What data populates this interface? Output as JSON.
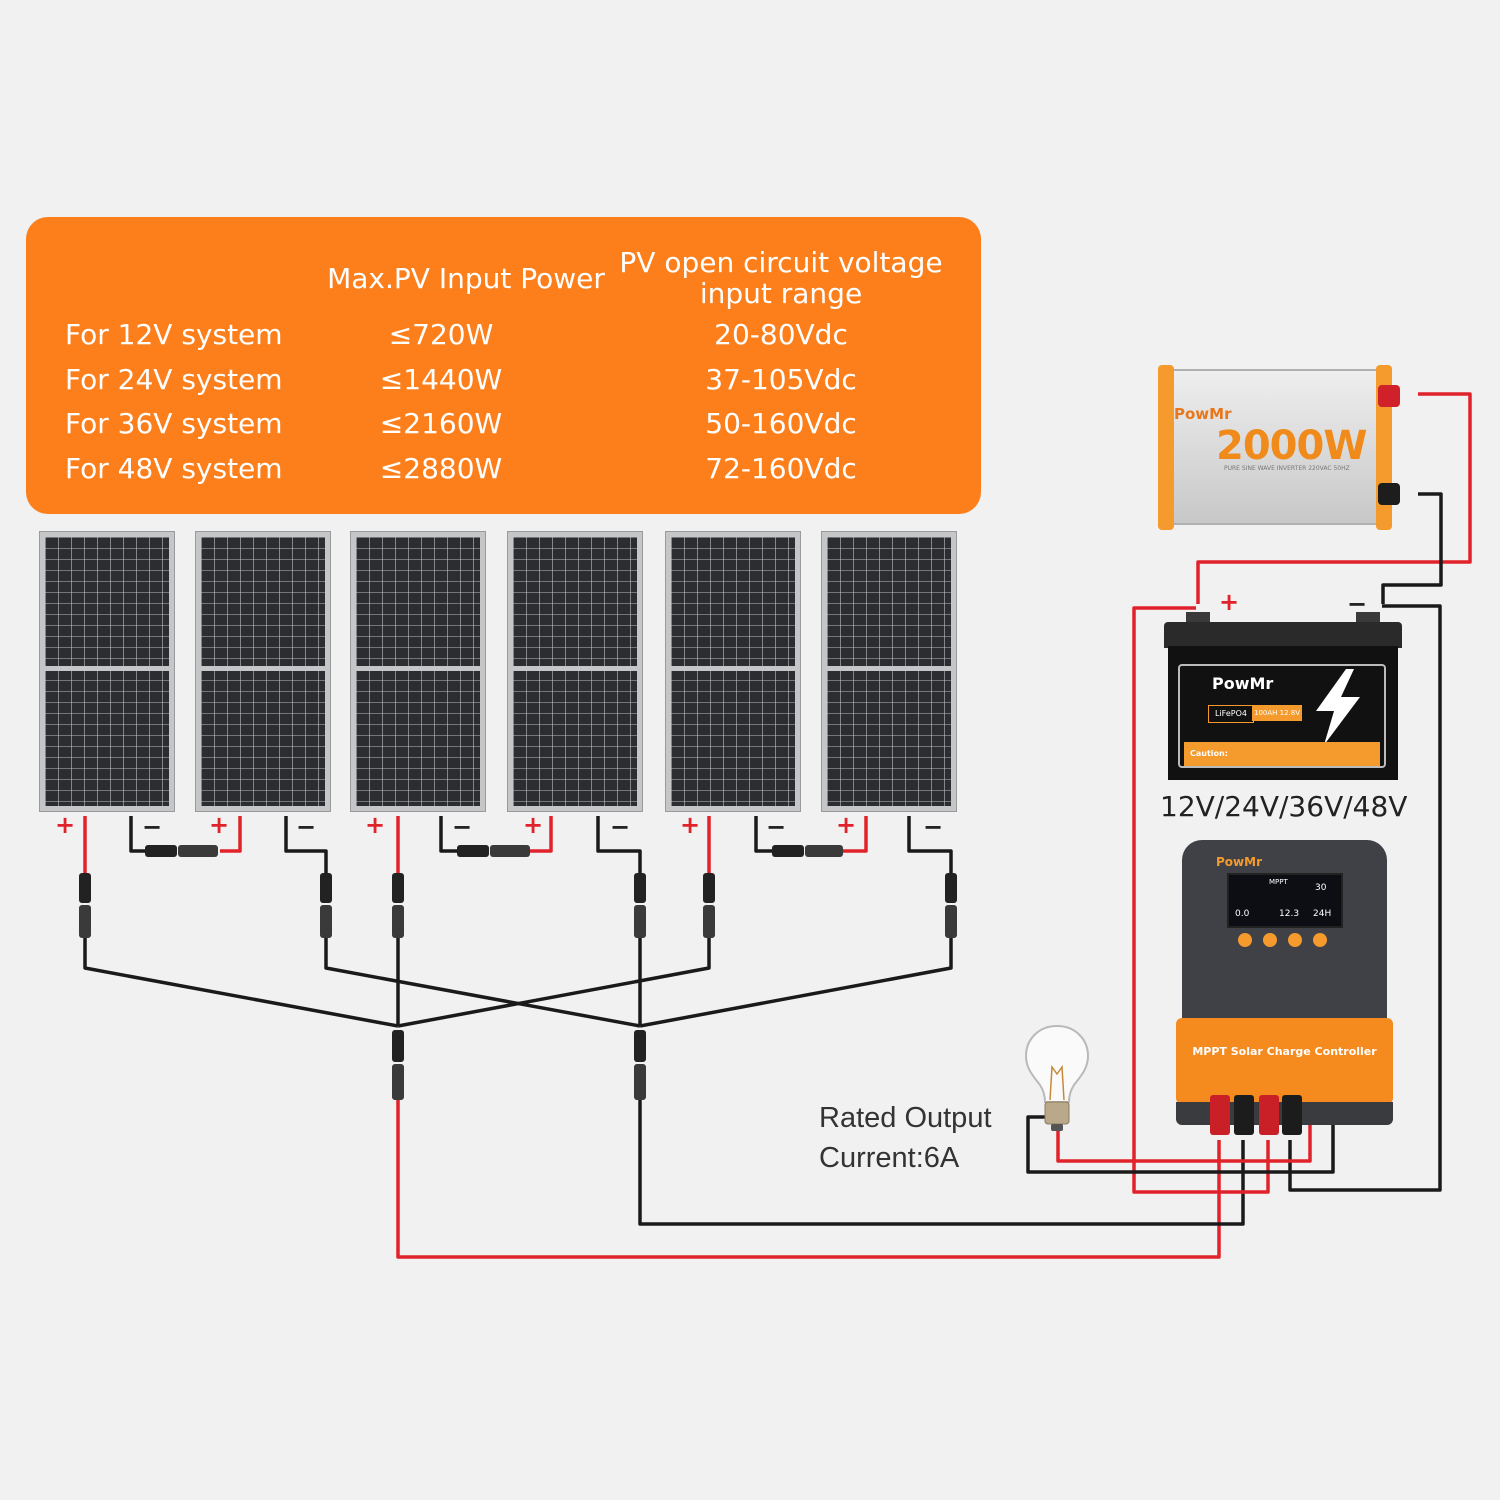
{
  "spec_table": {
    "header_power": "Max.PV Input Power",
    "header_voltage": "PV open circuit voltage input range",
    "rows": [
      {
        "system": "For 12V system",
        "power": "≤720W",
        "voltage": "20-80Vdc"
      },
      {
        "system": "For 24V system",
        "power": "≤1440W",
        "voltage": "37-105Vdc"
      },
      {
        "system": "For 36V system",
        "power": "≤2160W",
        "voltage": "50-160Vdc"
      },
      {
        "system": "For 48V system",
        "power": "≤2880W",
        "voltage": "72-160Vdc"
      }
    ]
  },
  "panels": {
    "count": 6,
    "plus_sign": "+",
    "minus_sign": "−"
  },
  "inverter": {
    "brand": "PowMr",
    "power": "2000W",
    "subtitle": "PURE SINE WAVE INVERTER 220VAC 50HZ"
  },
  "battery": {
    "brand": "PowMr",
    "chemistry": "LiFePO4",
    "capacity": "100AH 12.8V",
    "caution": "Caution:",
    "plus_sign": "+",
    "minus_sign": "−",
    "voltages": "12V/24V/36V/48V"
  },
  "controller": {
    "brand": "PowMr",
    "label": "MPPT Solar Charge Controller",
    "screen_mode": "MPPT",
    "screen_value_1": "30",
    "screen_value_2": "0.0",
    "screen_value_3": "12.3",
    "screen_value_4": "24H"
  },
  "load": {
    "note_line1": "Rated Output",
    "note_line2": "Current:6A"
  },
  "colors": {
    "accent_orange": "#fc7f1c",
    "wire_positive": "#e0232a",
    "wire_negative": "#1a1a1a",
    "background": "#f1f1f1"
  }
}
